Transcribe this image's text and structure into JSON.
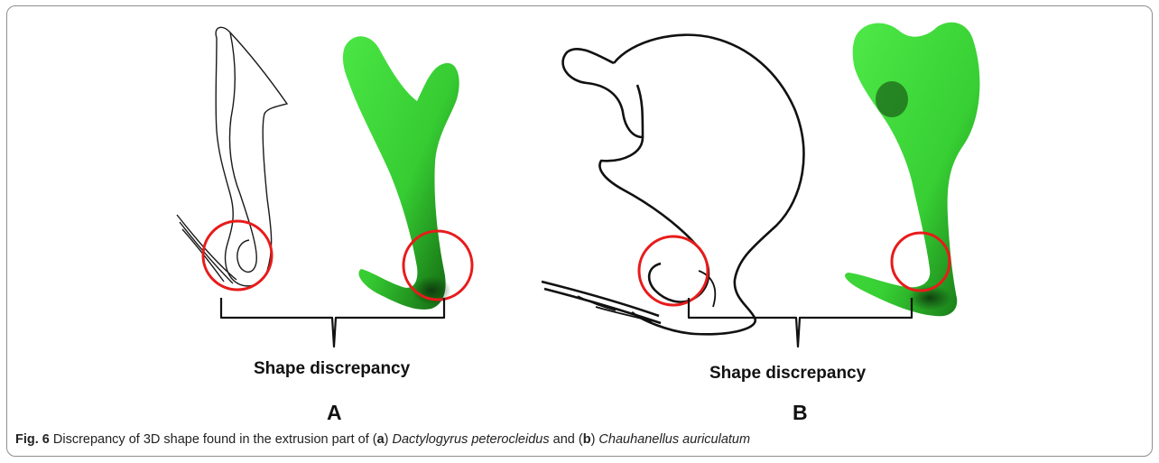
{
  "panels": [
    {
      "id": "a",
      "letter": "A",
      "shape_label": "Shape discrepancy"
    },
    {
      "id": "b",
      "letter": "B",
      "shape_label": "Shape discrepancy"
    }
  ],
  "caption": {
    "fig_label": "Fig. 6",
    "text_1": " Discrepancy of 3D shape found in the extrusion part of (",
    "ref_a": "a",
    "text_2": ") ",
    "species_a": "Dactylogyrus peterocleidus",
    "text_3": " and (",
    "ref_b": "b",
    "text_4": ") ",
    "species_b": "Chauhanellus auriculatum"
  },
  "colors": {
    "model_green": "#3ed63a",
    "highlight_circle": "#e81b1b",
    "outline": "#1a1a1a"
  }
}
